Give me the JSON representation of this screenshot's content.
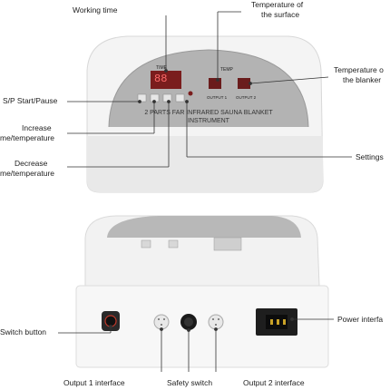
{
  "callouts": {
    "working_time": "Working time",
    "temperature_surface_1": "Temperature of",
    "temperature_surface_2": "the surface",
    "temperature_blanket_1": "Temperature o",
    "temperature_blanket_2": "the blanker",
    "start_pause": "S/P Start/Pause",
    "increase_1": "Increase",
    "increase_2": "me/temperature",
    "settings": "Settings",
    "decrease_1": "Decrease",
    "decrease_2": "me/temperature",
    "switch_button": "Switch button",
    "power_interface": "Power interfa",
    "output1": "Output 1 interface",
    "safety_switch": "Safety switch",
    "output2": "Output 2 interface"
  },
  "panel": {
    "time_label": "TIME",
    "temp_label": "TEMP",
    "time_display": "88",
    "output1_label": "OUTPUT 1",
    "output2_label": "OUTPUT 2",
    "brand_line1": "2 PARTS FAR INFRARED SAUNA BLANKET",
    "brand_line2": "INSTRUMENT"
  },
  "icons": {
    "start_pause": "start-pause-icon",
    "increase": "up-arrow-icon",
    "decrease": "down-arrow-icon",
    "settings": "settings-icon"
  },
  "colors": {
    "device_body": "#f1f1f1",
    "panel_grey": "#b3b3b3",
    "display_red": "#c0392b",
    "line": "#333333"
  }
}
